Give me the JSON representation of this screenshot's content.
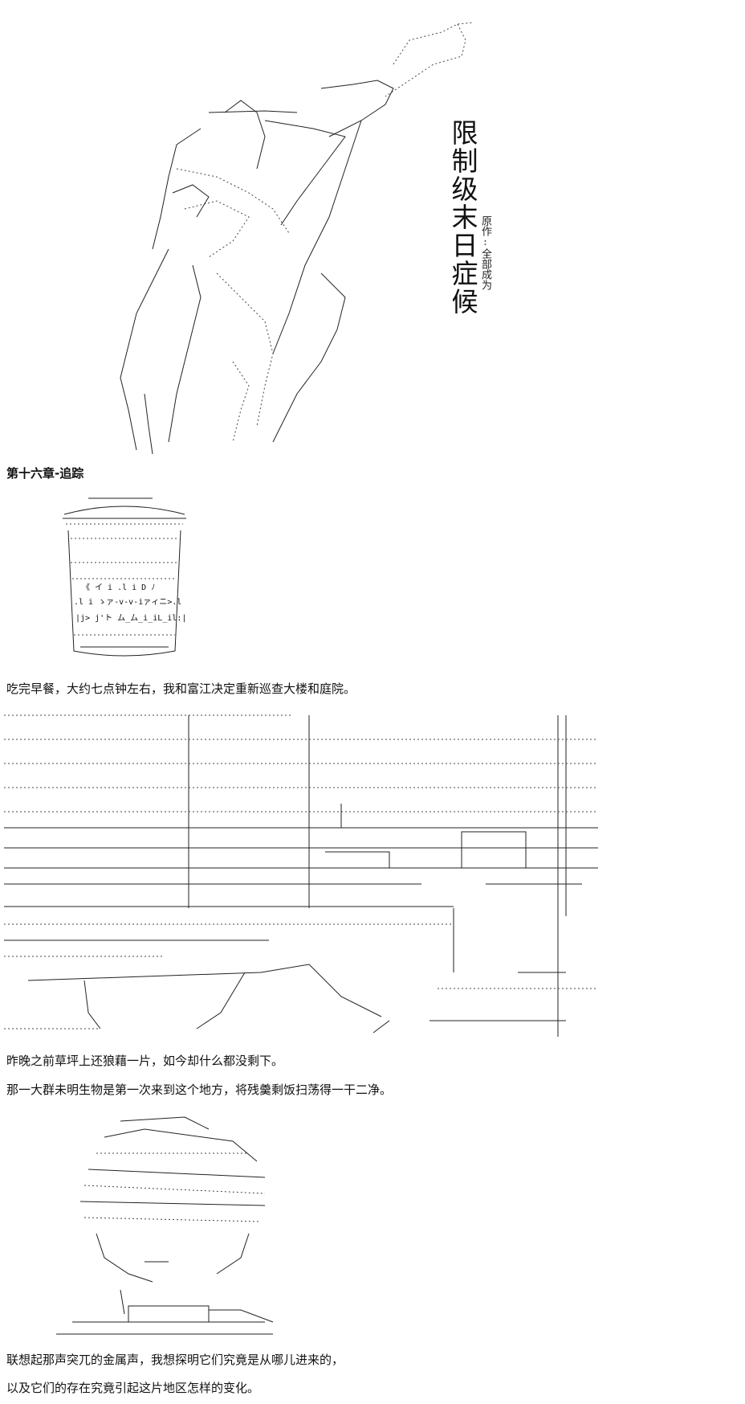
{
  "title": {
    "series": "限制级末日症候",
    "credit": "原作:全部成为"
  },
  "chapter": {
    "heading": "第十六章-追踪"
  },
  "paragraphs": {
    "p1": "吃完早餐，大约七点钟左右，我和富江决定重新巡查大楼和庭院。",
    "p2": "昨晚之前草坪上还狼藉一片，如今却什么都没剩下。",
    "p3": "那一大群未明生物是第一次来到这个地方，将残羹剩饭扫荡得一干二净。",
    "p4": "联想起那声突兀的金属声，我想探明它们究竟是从哪儿进来的，",
    "p5": "以及它们的存在究竟引起这片地区怎样的变化。"
  },
  "cup_art": {
    "label1": "《 イ i .l i D ﾉ",
    "label2": ".l i ゝァ-v-v-iァィニ>.l",
    "label3": "|j> j'ト ム_ム_i_iL_il:|"
  }
}
